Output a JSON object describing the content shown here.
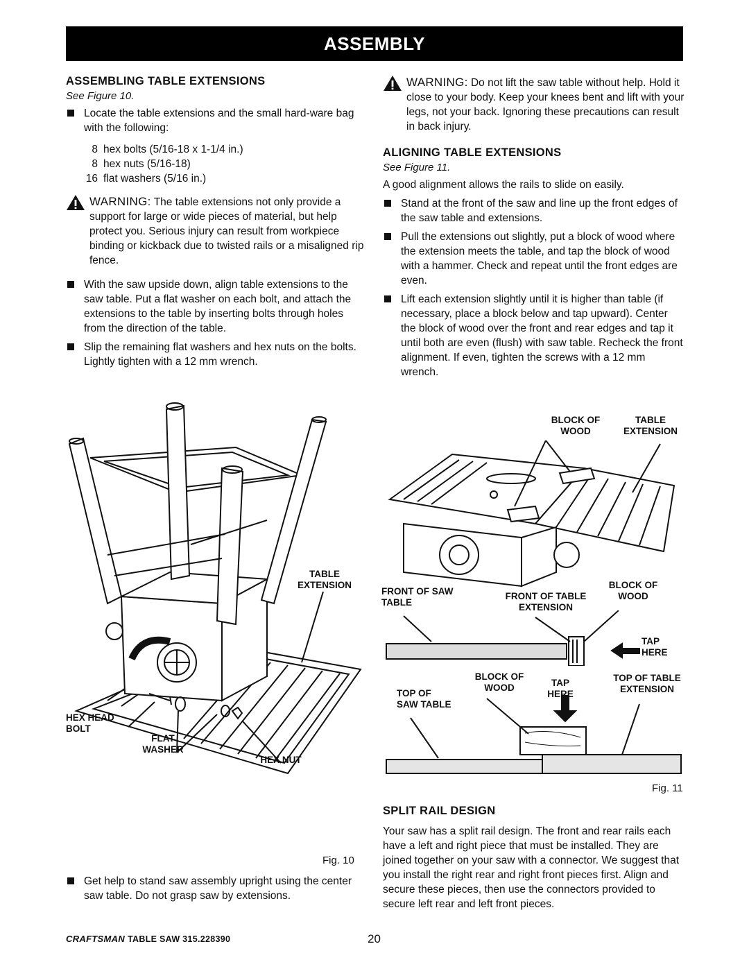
{
  "header": {
    "title": "ASSEMBLY"
  },
  "left": {
    "heading": "ASSEMBLING TABLE EXTENSIONS",
    "see": "See Figure 10.",
    "bullet1": "Locate the table extensions and the small hard-ware bag with the following:",
    "parts": [
      {
        "qty": "8",
        "desc": "hex bolts (5/16-18 x 1-1/4 in.)"
      },
      {
        "qty": "8",
        "desc": "hex nuts (5/16-18)"
      },
      {
        "qty": "16",
        "desc": "flat washers (5/16 in.)"
      }
    ],
    "warning_label": "WARNING:",
    "warning_text": "The table extensions not only provide a support for large or wide pieces of material, but help protect you. Serious injury can result from workpiece binding or kickback due to twisted rails or a misaligned rip fence.",
    "bullet2": "With the saw upside down, align table extensions to the saw table. Put a flat washer on each bolt, and attach the extensions to the table by inserting bolts through holes from the direction of the table.",
    "bullet3": "Slip the remaining flat washers and hex nuts on the bolts. Lightly tighten with a 12 mm wrench.",
    "fig10": {
      "label_table_extension": "TABLE EXTENSION",
      "label_hex_head_bolt": "HEX HEAD BOLT",
      "label_flat_washer": "FLAT WASHER",
      "label_hex_nut": "HEX NUT",
      "number": "Fig. 10"
    },
    "bullet4": "Get help to stand saw assembly upright using the center saw table. Do not grasp saw by extensions."
  },
  "right": {
    "warning_label": "WARNING:",
    "warning_text": "Do not lift the saw table without help. Hold it close to your body. Keep your knees bent and lift with your legs, not your back. Ignoring these precautions can result in back injury.",
    "heading": "ALIGNING TABLE EXTENSIONS",
    "see": "See Figure 11.",
    "intro": "A good alignment allows the rails to slide on easily.",
    "bullets": [
      "Stand at the front of the saw and line up the front edges of the saw table and extensions.",
      "Pull the extensions out slightly, put a block of wood where the extension meets the table, and tap the block of wood with a hammer. Check and repeat until the front edges are even.",
      "Lift each extension slightly until it is higher than table (if necessary, place a block below and tap upward). Center the block of wood over the front and rear edges and tap it until both are even (flush) with saw table. Recheck the front alignment. If even, tighten the screws with a 12 mm wrench."
    ],
    "fig11": {
      "block_of_wood": "BLOCK OF WOOD",
      "table_extension": "TABLE EXTENSION",
      "front_of_saw_table": "FRONT OF SAW TABLE",
      "front_of_table_extension": "FRONT OF TABLE EXTENSION",
      "block_of_wood_2": "BLOCK OF WOOD",
      "tap_here": "TAP HERE",
      "block_of_wood_3": "BLOCK OF WOOD",
      "tap_here_2": "TAP HERE",
      "top_of_table_extension": "TOP OF TABLE EXTENSION",
      "top_of_saw_table": "TOP OF SAW TABLE",
      "number": "Fig. 11"
    },
    "split_heading": "SPLIT RAIL DESIGN",
    "split_text": "Your saw has a split rail design. The front and rear rails each have a left and right piece that must be installed. They are joined together on your saw with a connector. We suggest that you install the right rear and right front pieces first. Align and secure these pieces, then use the connectors provided to secure left rear and left front pieces."
  },
  "footer": {
    "brand": "CRAFTSMAN",
    "model": "TABLE SAW 315.228390",
    "page": "20"
  }
}
